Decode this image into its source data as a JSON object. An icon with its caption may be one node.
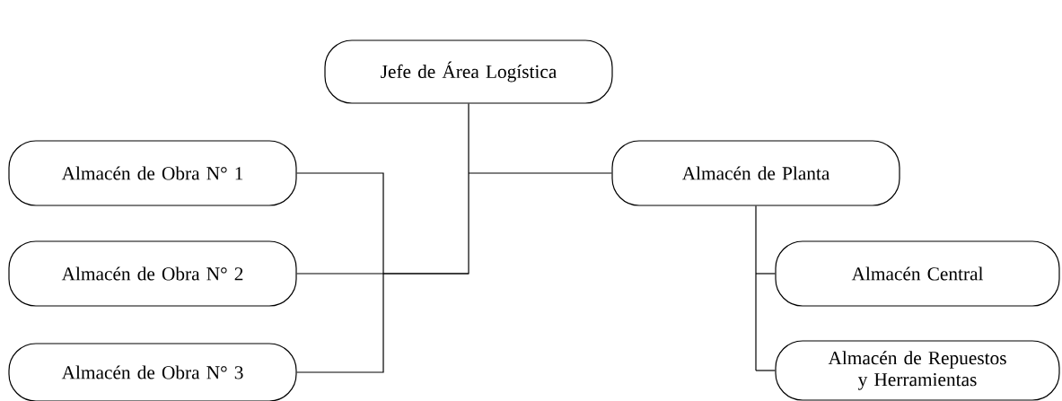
{
  "diagram": {
    "nodes": [
      {
        "text": [
          "Jefe de Área Logística"
        ]
      },
      {
        "text": [
          "Almacén de Obra N° 1"
        ]
      },
      {
        "text": [
          "Almacén de Obra N° 2"
        ]
      },
      {
        "text": [
          "Almacén de Obra N° 3"
        ]
      },
      {
        "text": [
          "Almacén de Planta"
        ]
      },
      {
        "text": [
          "Almacén Central"
        ]
      },
      {
        "text": [
          "Almacén de Repuestos y Herramientas"
        ]
      }
    ],
    "edges": [
      {
        "from": 0,
        "to": 1,
        "arrow": "none"
      },
      {
        "from": 0,
        "to": 2,
        "arrow": "none"
      },
      {
        "from": 0,
        "to": 3,
        "arrow": "none"
      },
      {
        "from": 0,
        "to": 4,
        "arrow": "none"
      },
      {
        "from": 4,
        "to": 5,
        "arrow": "none"
      },
      {
        "from": 4,
        "to": 6,
        "arrow": "none"
      }
    ]
  }
}
